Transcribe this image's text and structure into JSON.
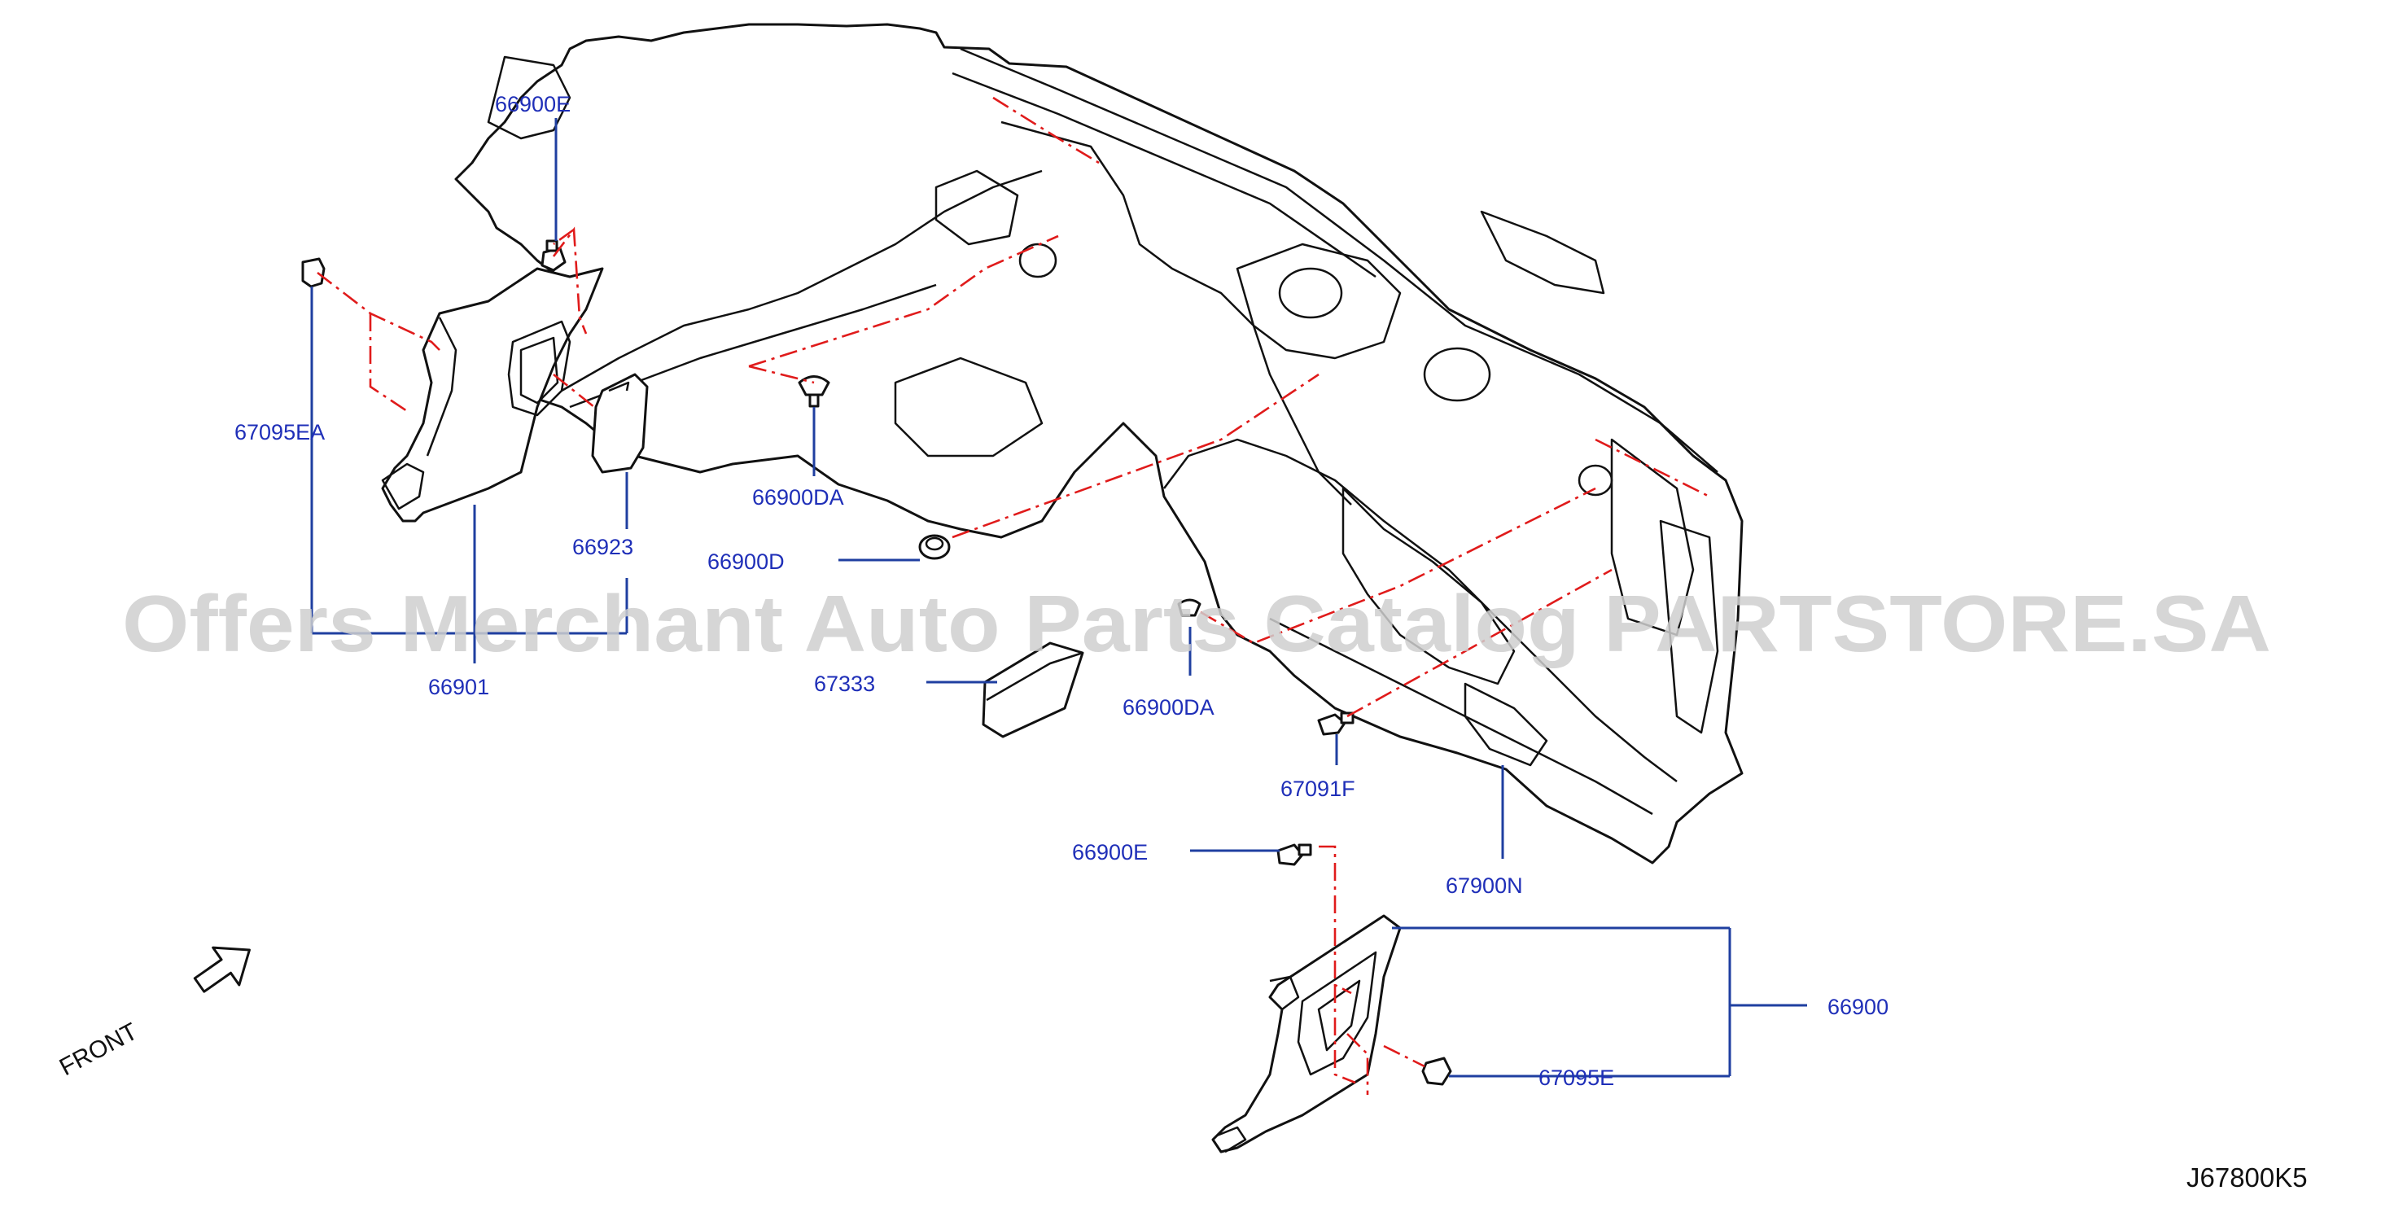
{
  "labels": {
    "p66900E_top": "66900E",
    "p67095EA": "67095EA",
    "p66923": "66923",
    "p66901": "66901",
    "p66900DA_a": "66900DA",
    "p66900D": "66900D",
    "p67333": "67333",
    "p66900DA_b": "66900DA",
    "p67091F": "67091F",
    "p67900N": "67900N",
    "p66900E_bottom": "66900E",
    "p66900": "66900",
    "p67095E": "67095E"
  },
  "front_label": "FRONT",
  "diagram_code": "J67800K5",
  "watermark": "Offers Merchant Auto Parts Catalog PARTSTORE.SA",
  "colors": {
    "label_text": "#1f2fb8",
    "leader_line": "#1f3fa0",
    "dashed_line": "#e01b1b",
    "outline": "#111111",
    "watermark": "#cfcfcf"
  }
}
